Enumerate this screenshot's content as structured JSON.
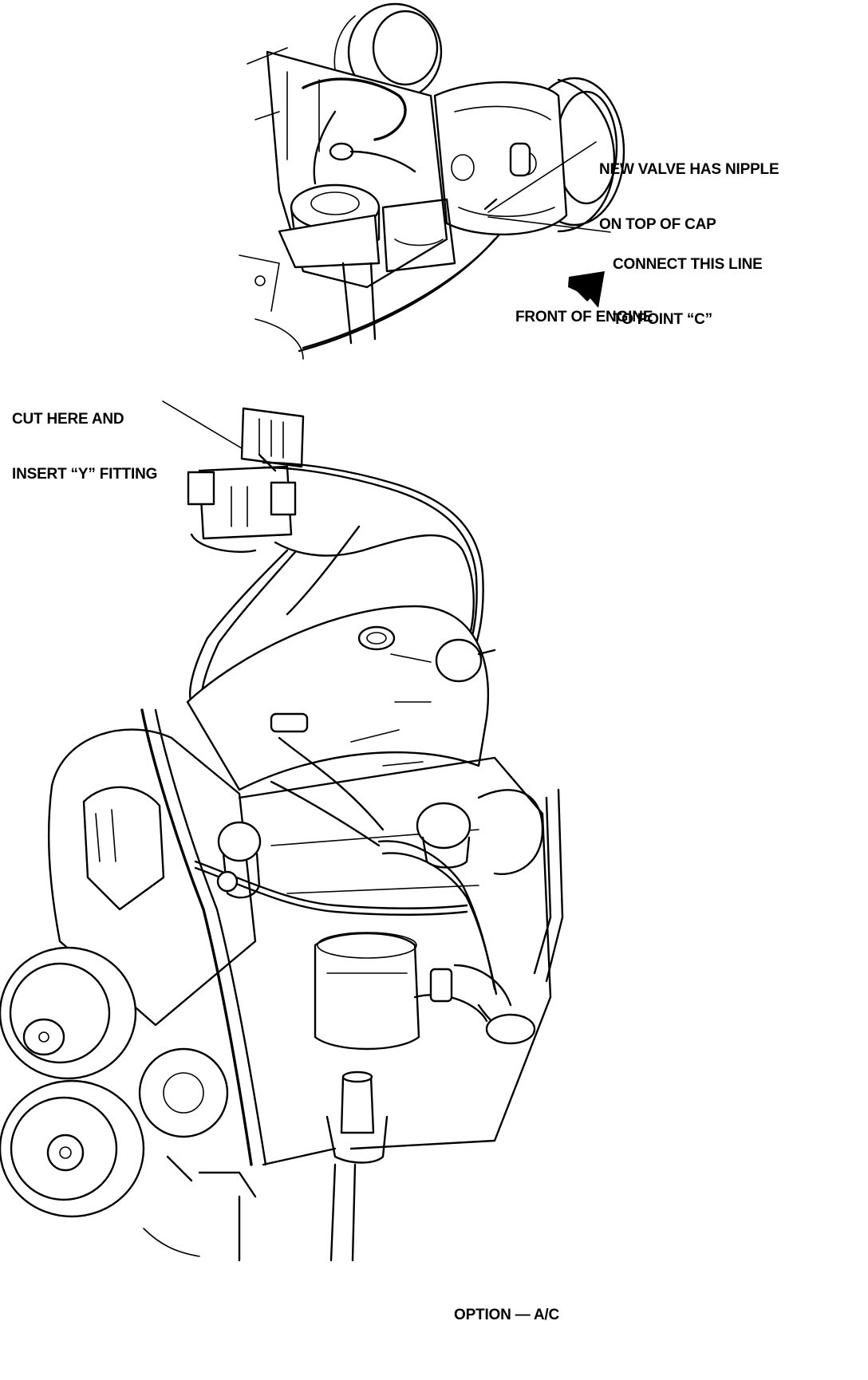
{
  "callouts": {
    "new_valve": [
      "NEW VALVE HAS NIPPLE",
      "ON TOP OF CAP"
    ],
    "connect_line": [
      "CONNECT THIS LINE",
      "TO POINT “C”"
    ],
    "front_of_engine": "FRONT OF ENGINE",
    "cut_here": [
      "CUT HERE AND",
      "INSERT “Y” FITTING"
    ],
    "option": "OPTION — A/C"
  },
  "icons": {
    "direction_arrow": "arrow-down-right-icon"
  },
  "colors": {
    "ink": "#000000",
    "paper": "#ffffff"
  }
}
